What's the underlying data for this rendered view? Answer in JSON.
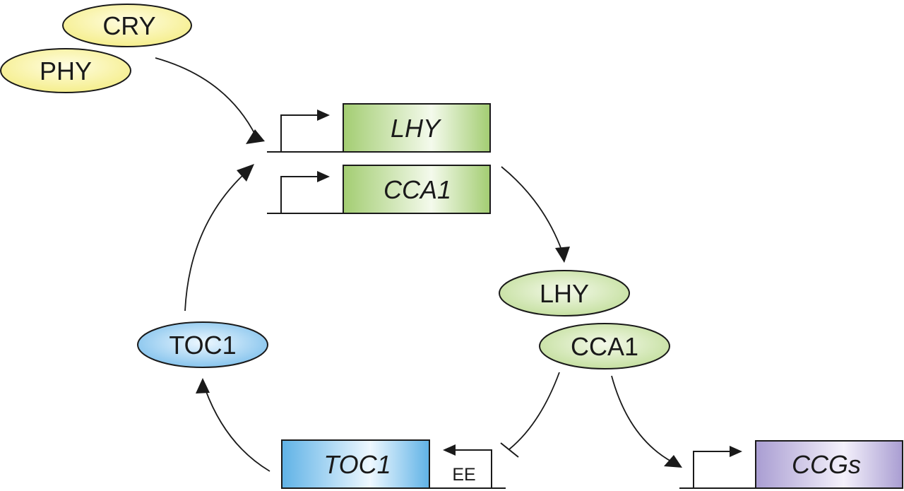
{
  "proteins": {
    "cry": "CRY",
    "phy": "PHY",
    "lhy": "LHY",
    "cca1": "CCA1",
    "toc1": "TOC1"
  },
  "genes": {
    "lhy": "LHY",
    "cca1": "CCA1",
    "toc1": "TOC1",
    "ccgs": "CCGs"
  },
  "elements": {
    "ee": "EE"
  },
  "colors": {
    "photoreceptor": "#f5ee8c",
    "myb_protein": "#c6e0a0",
    "myb_gene": "#a5cf77",
    "toc1_protein": "#8ec7ee",
    "toc1_gene": "#5fb2e6",
    "ccg_gene": "#b4a9d9"
  }
}
